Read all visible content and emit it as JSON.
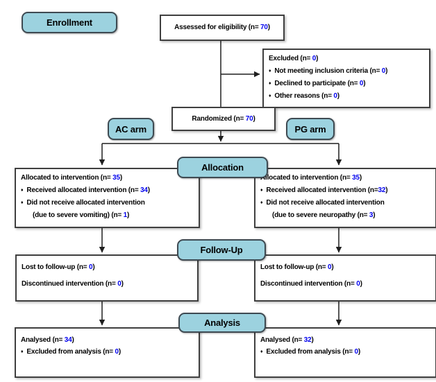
{
  "colors": {
    "banner_fill": "#9CD2DF",
    "banner_border": "#3E4A52",
    "box_border": "#3F3F3F",
    "number_blue": "#0000EE",
    "text": "#000000",
    "arrow": "#1F1F1F",
    "background": "#FFFFFF"
  },
  "glyphs": {
    "bullet": "♦"
  },
  "labels": {
    "enrollment": "Enrollment",
    "ac_arm": "AC arm",
    "pg_arm": "PG arm",
    "allocation": "Allocation",
    "follow_up": "Follow-Up",
    "analysis": "Analysis"
  },
  "boxes": {
    "assessed": {
      "lines": [
        {
          "pre": "Assessed for eligibility (n= ",
          "num": "70",
          "post": ")"
        }
      ]
    },
    "excluded": {
      "lines": [
        {
          "pre": "Excluded (n= ",
          "num": "0",
          "post": ")"
        },
        {
          "bullet": true,
          "pre": "Not meeting inclusion criteria (n= ",
          "num": "0",
          "post": ")"
        },
        {
          "bullet": true,
          "pre": "Declined to participate (n= ",
          "num": "0",
          "post": ")"
        },
        {
          "bullet": true,
          "pre": "Other reasons (n= ",
          "num": "0",
          "post": ")"
        }
      ]
    },
    "randomized": {
      "lines": [
        {
          "pre": "Randomized (n= ",
          "num": "70",
          "post": ")"
        }
      ]
    },
    "allocation_left": {
      "lines": [
        {
          "pre": "Allocated to intervention (n= ",
          "num": "35",
          "post": ")"
        },
        {
          "bullet": true,
          "pre": "Received allocated intervention (n= ",
          "num": "34",
          "post": ")"
        },
        {
          "bullet": true,
          "pre": "Did not receive allocated intervention",
          "num": "",
          "post": ""
        },
        {
          "indent": true,
          "pre": "(due to severe vomiting) (n= ",
          "num": "1",
          "post": ")"
        }
      ]
    },
    "allocation_right": {
      "lines": [
        {
          "pre": "Allocated to intervention (n= ",
          "num": "35",
          "post": ")"
        },
        {
          "bullet": true,
          "pre": "Received allocated intervention (n=",
          "num": "32",
          "post": ")"
        },
        {
          "bullet": true,
          "pre": "Did not receive allocated intervention",
          "num": "",
          "post": ""
        },
        {
          "indent": true,
          "pre": "(due to severe neuropathy (n= ",
          "num": "3",
          "post": ")"
        }
      ]
    },
    "followup_left": {
      "lines": [
        {
          "pre": "Lost to follow-up (n= ",
          "num": "0",
          "post": ")"
        },
        {
          "gap": true,
          "pre": "Discontinued intervention (n= ",
          "num": "0",
          "post": ")"
        }
      ]
    },
    "followup_right": {
      "lines": [
        {
          "pre": "Lost to follow-up (n= ",
          "num": "0",
          "post": ")"
        },
        {
          "gap": true,
          "pre": "Discontinued intervention (n= ",
          "num": "0",
          "post": ")"
        }
      ]
    },
    "analysis_left": {
      "lines": [
        {
          "pre": "Analysed (n= ",
          "num": "34",
          "post": ")"
        },
        {
          "bullet": true,
          "pre": "Excluded from analysis (n= ",
          "num": "0",
          "post": ")"
        }
      ]
    },
    "analysis_right": {
      "lines": [
        {
          "pre": "Analysed (n= ",
          "num": "32",
          "post": ")"
        },
        {
          "bullet": true,
          "pre": "Excluded from analysis (n= ",
          "num": "0",
          "post": ")"
        }
      ]
    }
  }
}
